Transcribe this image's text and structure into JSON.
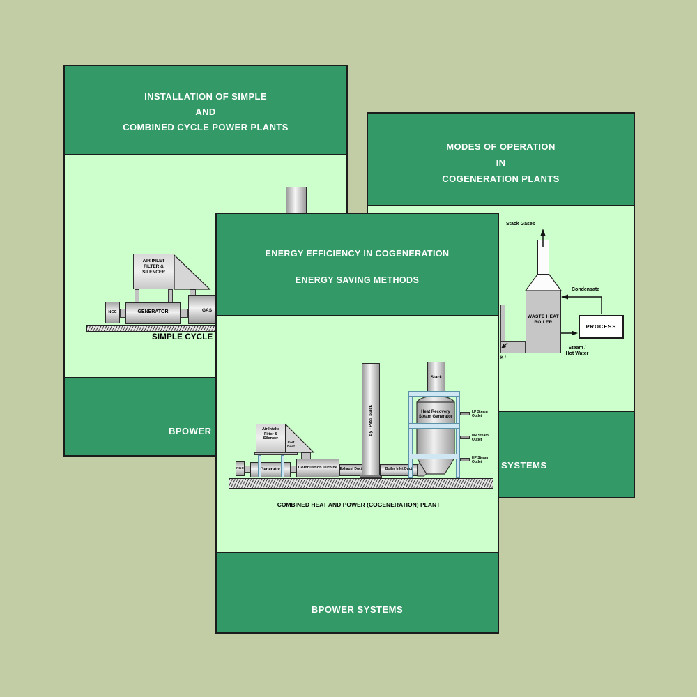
{
  "background_color": "#c3cda5",
  "theme": {
    "band_green": "#339966",
    "body_green": "#ccffcc",
    "border_dark": "#1c1c1c",
    "title_text_color": "#ffffff",
    "equipment_gray": "#c6c6c6",
    "frame_blue": "#cfe7f3"
  },
  "slides": {
    "installation": {
      "title_lines": [
        "INSTALLATION OF SIMPLE",
        "AND",
        "COMBINED CYCLE POWER PLANTS"
      ],
      "footer_text": "BPOWER SY",
      "diagram": {
        "air_filter_label": "AIR INLET\nFILTER &\nSILENCER",
        "ngc_label": "NGC",
        "generator_label": "GENERATOR",
        "gas_turbine_label": "GAS",
        "caption": "SIMPLE CYCLE PO"
      }
    },
    "modes": {
      "title_lines": [
        "MODES OF OPERATION",
        "IN",
        "COGENERATION PLANTS"
      ],
      "footer_text": "SYSTEMS",
      "diagram": {
        "stack_gases_label": "Stack Gases",
        "boiler_label": "WASTE HEAT\nBOILER",
        "condensate_label": "Condensate",
        "process_label": "PROCESS",
        "steam_label": "Steam /\nHot Water",
        "duct_fragment_label": "K /"
      }
    },
    "energy": {
      "title_lines": [
        "ENERGY EFFICIENCY IN COGENERATION",
        "ENERGY SAVING METHODS"
      ],
      "footer_text": "BPOWER SYSTEMS",
      "diagram": {
        "air_intake_label": "Air Intake\nFilter &\nSilencer",
        "inlet_duct_label": "Inlet\nDuct",
        "ngc_label": "NGC",
        "generator_label": "Generator",
        "combustion_turbine_label": "Combustion Turbine",
        "exhaust_duct_label": "Exhaust Duct",
        "bypass_stack_label": "By - Pass Stack",
        "boiler_inlet_duct_label": "Boiler Inlet Duct",
        "stack_label": "Stack",
        "hrsg_label": "Heat Recovery\nSteam Generator",
        "lp_outlet_label": "LP Steam\nOutlet",
        "mp_outlet_label": "MP Steam\nOutlet",
        "hp_outlet_label": "HP Steam\nOutlet",
        "caption": "COMBINED HEAT AND POWER (COGENERATION) PLANT"
      }
    }
  }
}
